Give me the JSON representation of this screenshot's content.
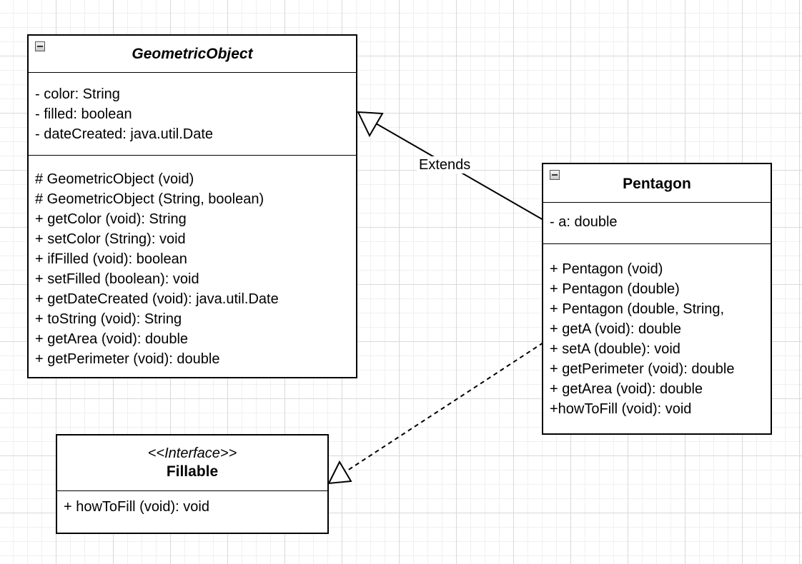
{
  "classes": {
    "geometric_object": {
      "name": "GeometricObject",
      "attributes": [
        "- color: String",
        "- filled: boolean",
        "- dateCreated: java.util.Date"
      ],
      "methods": [
        "# GeometricObject (void)",
        "# GeometricObject (String, boolean)",
        "+ getColor (void): String",
        "+ setColor (String): void",
        "+ ifFilled (void): boolean",
        "+ setFilled (boolean): void",
        "+ getDateCreated (void): java.util.Date",
        "+ toString (void): String",
        "+ getArea (void): double",
        "+ getPerimeter (void): double"
      ]
    },
    "pentagon": {
      "name": "Pentagon",
      "attributes": [
        "- a: double"
      ],
      "methods": [
        "+ Pentagon (void)",
        "+ Pentagon (double)",
        "+ Pentagon (double, String,",
        "+ getA (void): double",
        "+ setA (double): void",
        "+ getPerimeter (void): double",
        "+ getArea (void): double",
        "+howToFill (void): void"
      ]
    },
    "fillable": {
      "stereotype": "<<Interface>>",
      "name": "Fillable",
      "methods": [
        "+ howToFill (void): void"
      ]
    }
  },
  "relations": {
    "extends_label": "Extends"
  }
}
